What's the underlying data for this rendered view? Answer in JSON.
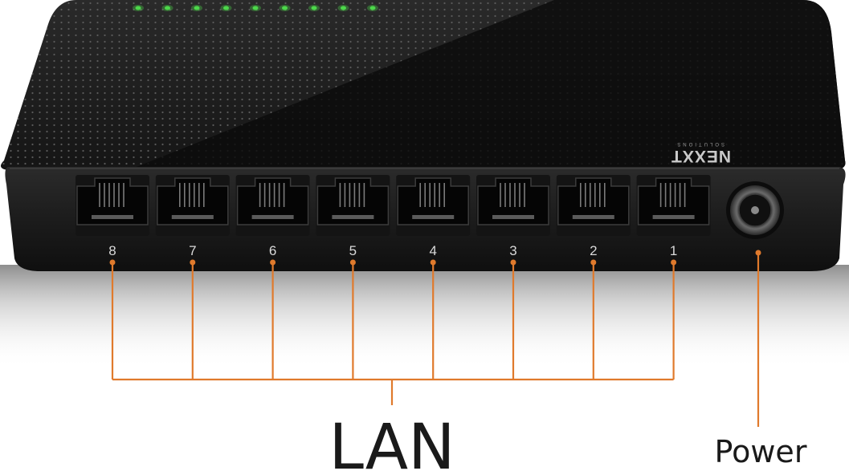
{
  "device": {
    "brand": "NEXXT",
    "brand_subtitle": "SOLUTIONS",
    "status_led_color": "#4cd84a",
    "status_led_count": 9,
    "body_color": "#1b1b1b"
  },
  "ports": [
    {
      "number": "8"
    },
    {
      "number": "7"
    },
    {
      "number": "6"
    },
    {
      "number": "5"
    },
    {
      "number": "4"
    },
    {
      "number": "3"
    },
    {
      "number": "2"
    },
    {
      "number": "1"
    }
  ],
  "labels": {
    "lan": "LAN",
    "power": "Power"
  },
  "colors": {
    "callout": "#e07a2c",
    "label_text": "#1a1a1a"
  }
}
